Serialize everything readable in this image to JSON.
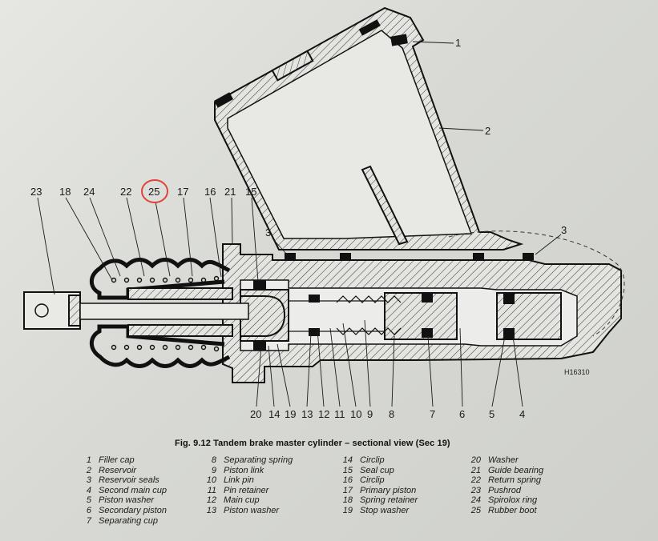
{
  "figure": {
    "caption": "Fig. 9.12 Tandem brake master cylinder – sectional view (Sec 19)",
    "drawing_code": "H16310",
    "highlighted_callout": "25",
    "highlight_color": "#e0443a"
  },
  "callouts": {
    "c23": "23",
    "c18": "18",
    "c24": "24",
    "c22": "22",
    "c25": "25",
    "c17": "17",
    "c16": "16",
    "c21": "21",
    "c15": "15",
    "c1": "1",
    "c2": "2",
    "c3a": "3",
    "c3b": "3",
    "c20": "20",
    "c14": "14",
    "c19": "19",
    "c13": "13",
    "c12": "12",
    "c11": "11",
    "c10": "10",
    "c9": "9",
    "c8": "8",
    "c7": "7",
    "c6": "6",
    "c5": "5",
    "c4": "4"
  },
  "legend": [
    [
      {
        "n": "1",
        "label": "Filler cap"
      },
      {
        "n": "2",
        "label": "Reservoir"
      },
      {
        "n": "3",
        "label": "Reservoir seals"
      },
      {
        "n": "4",
        "label": "Second main cup"
      },
      {
        "n": "5",
        "label": "Piston washer"
      },
      {
        "n": "6",
        "label": "Secondary piston"
      },
      {
        "n": "7",
        "label": "Separating cup"
      }
    ],
    [
      {
        "n": "8",
        "label": "Separating spring"
      },
      {
        "n": "9",
        "label": "Piston link"
      },
      {
        "n": "10",
        "label": "Link pin"
      },
      {
        "n": "11",
        "label": "Pin retainer"
      },
      {
        "n": "12",
        "label": "Main cup"
      },
      {
        "n": "13",
        "label": "Piston washer"
      }
    ],
    [
      {
        "n": "14",
        "label": "Circlip"
      },
      {
        "n": "15",
        "label": "Seal cup"
      },
      {
        "n": "16",
        "label": "Circlip"
      },
      {
        "n": "17",
        "label": "Primary piston"
      },
      {
        "n": "18",
        "label": "Spring retainer"
      },
      {
        "n": "19",
        "label": "Stop washer"
      }
    ],
    [
      {
        "n": "20",
        "label": "Washer"
      },
      {
        "n": "21",
        "label": "Guide bearing"
      },
      {
        "n": "22",
        "label": "Return spring"
      },
      {
        "n": "23",
        "label": "Pushrod"
      },
      {
        "n": "24",
        "label": "Spirolox ring"
      },
      {
        "n": "25",
        "label": "Rubber boot"
      }
    ]
  ]
}
